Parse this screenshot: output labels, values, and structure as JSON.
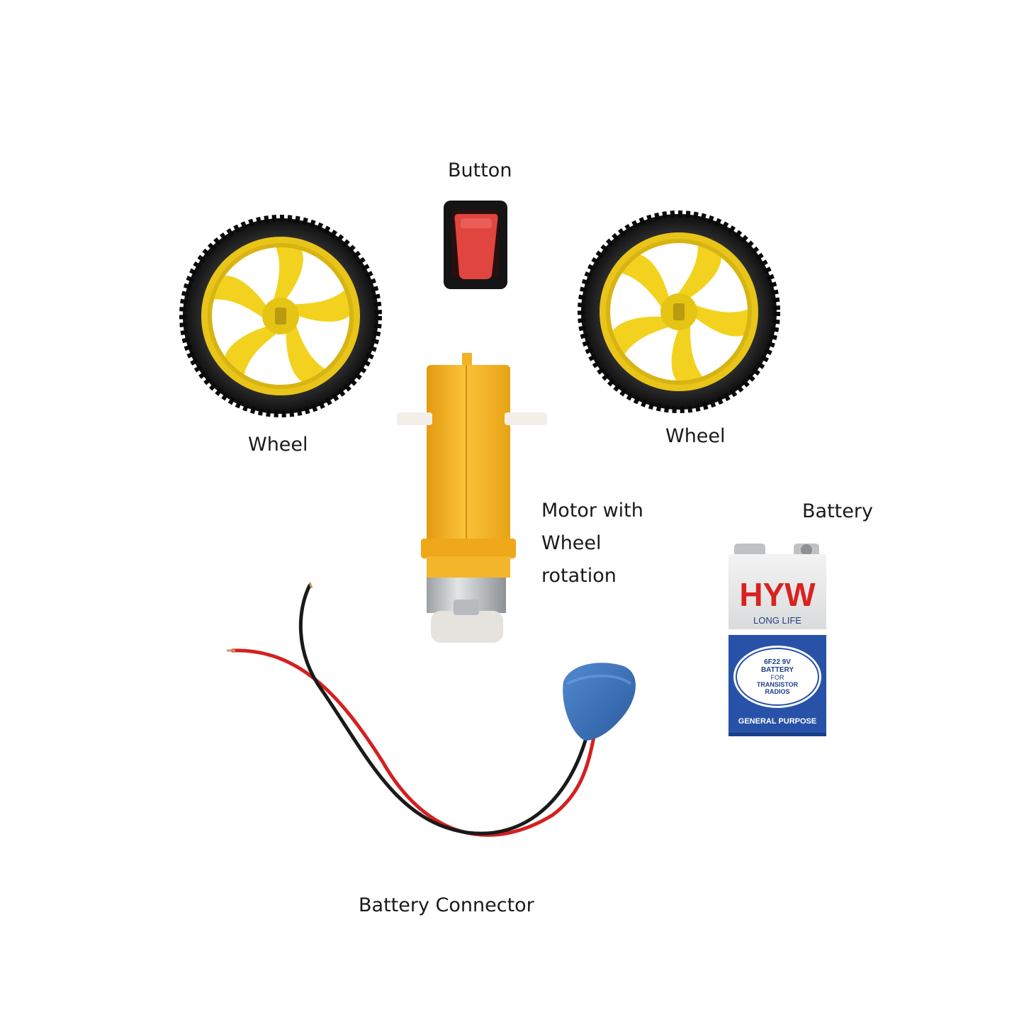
{
  "labels": {
    "button": "Button",
    "wheel_left": "Wheel",
    "wheel_right": "Wheel",
    "motor_line1": "Motor with",
    "motor_line2": "Wheel",
    "motor_line3": "rotation",
    "battery": "Battery",
    "battery_connector": "Battery Connector"
  },
  "battery_print": {
    "brand": "HYW",
    "tagline": "LONG LIFE",
    "spec_line1": "6F22 9V",
    "spec_line2": "BATTERY",
    "spec_line3": "FOR",
    "spec_line4": "TRANSISTOR",
    "spec_line5": "RADIOS",
    "footer": "GENERAL PURPOSE"
  },
  "colors": {
    "wheel_hub": "#f2d21e",
    "tire": "#1c1c1c",
    "switch_rocker": "#e0453f",
    "switch_body": "#141414",
    "motor_body": "#f7b520",
    "wire_red": "#d42020",
    "wire_black": "#1a1a1a",
    "connector_cap": "#3b73b9",
    "battery_blue": "#2752a8",
    "battery_red": "#d8231f"
  }
}
